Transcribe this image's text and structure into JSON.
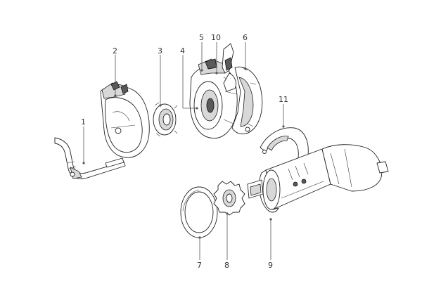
{
  "diagram": {
    "callouts": [
      {
        "id": "1",
        "label": "1"
      },
      {
        "id": "2",
        "label": "2"
      },
      {
        "id": "3",
        "label": "3"
      },
      {
        "id": "4",
        "label": "4"
      },
      {
        "id": "5",
        "label": "5"
      },
      {
        "id": "10",
        "label": "10"
      },
      {
        "id": "6",
        "label": "6"
      },
      {
        "id": "11",
        "label": "11"
      },
      {
        "id": "7",
        "label": "7"
      },
      {
        "id": "8",
        "label": "8"
      },
      {
        "id": "9",
        "label": "9"
      }
    ]
  }
}
